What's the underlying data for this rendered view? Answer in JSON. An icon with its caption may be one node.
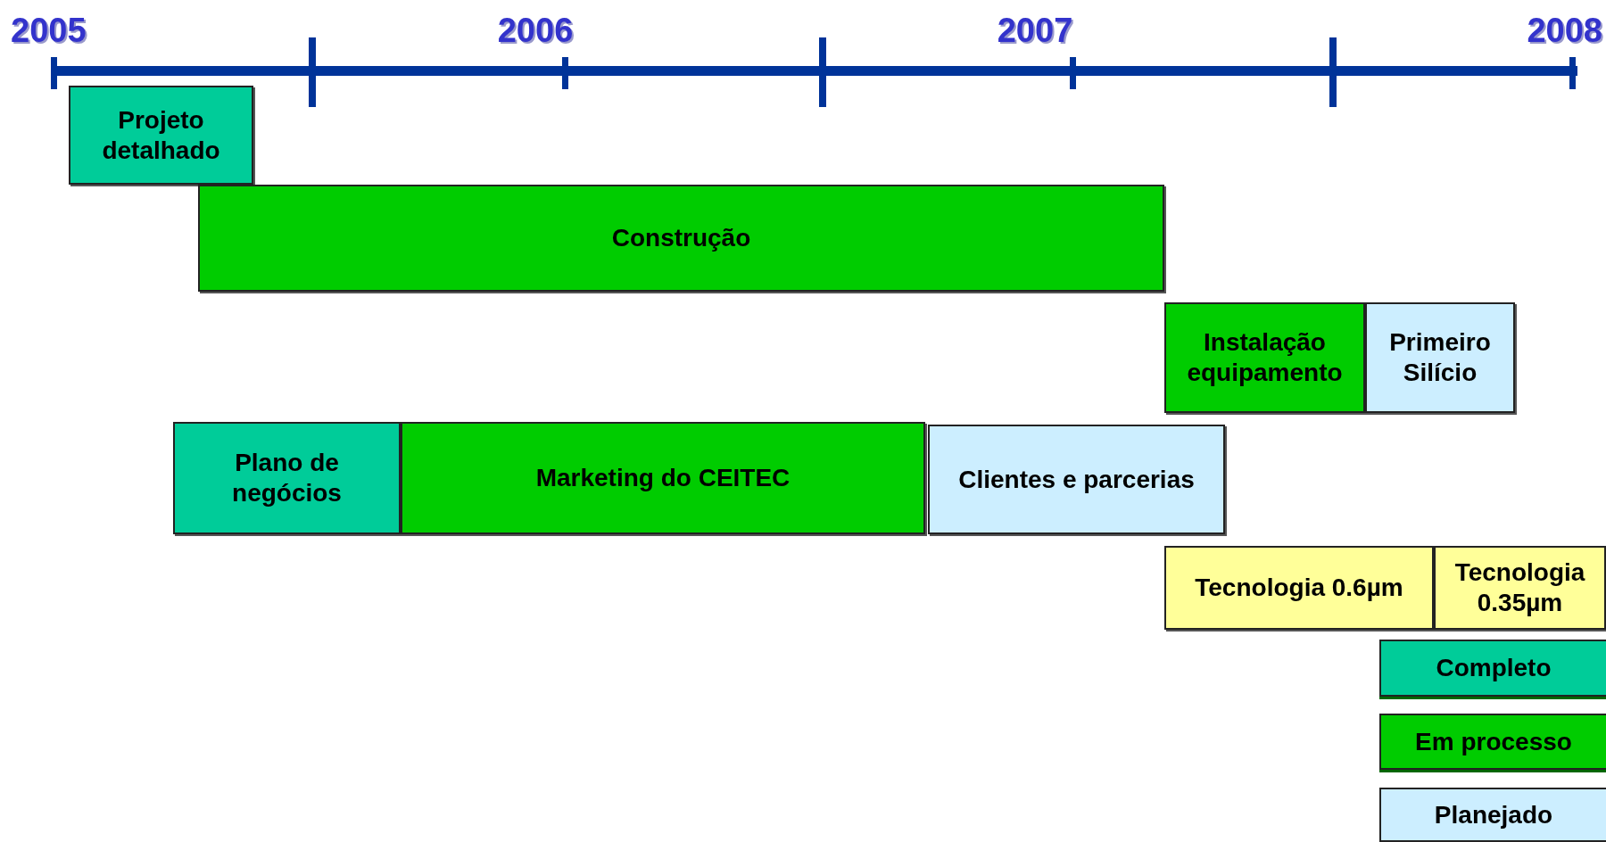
{
  "diagram": {
    "nodes": [
      {
        "text": [
          "Projeto detalhado"
        ]
      },
      {
        "text": [
          "Construção"
        ]
      },
      {
        "text": [
          "Instalação equipamento"
        ]
      },
      {
        "text": [
          "Primeiro Silício"
        ]
      },
      {
        "text": [
          "Plano de negócios"
        ]
      },
      {
        "text": [
          "Marketing do CEITEC"
        ]
      },
      {
        "text": [
          "Clientes e parcerias"
        ]
      },
      {
        "text": [
          "Tecnologia 0.6µm"
        ]
      },
      {
        "text": [
          "Tecnologia 0.35µm"
        ]
      }
    ],
    "labels": [
      "2005",
      "2006",
      "2007",
      "2008"
    ],
    "legend": [
      {
        "text": "Completo",
        "color": "#00cc99"
      },
      {
        "text": "Em processo",
        "color": "#00cc00"
      },
      {
        "text": "Planejado",
        "color": "#cceeff"
      }
    ]
  }
}
